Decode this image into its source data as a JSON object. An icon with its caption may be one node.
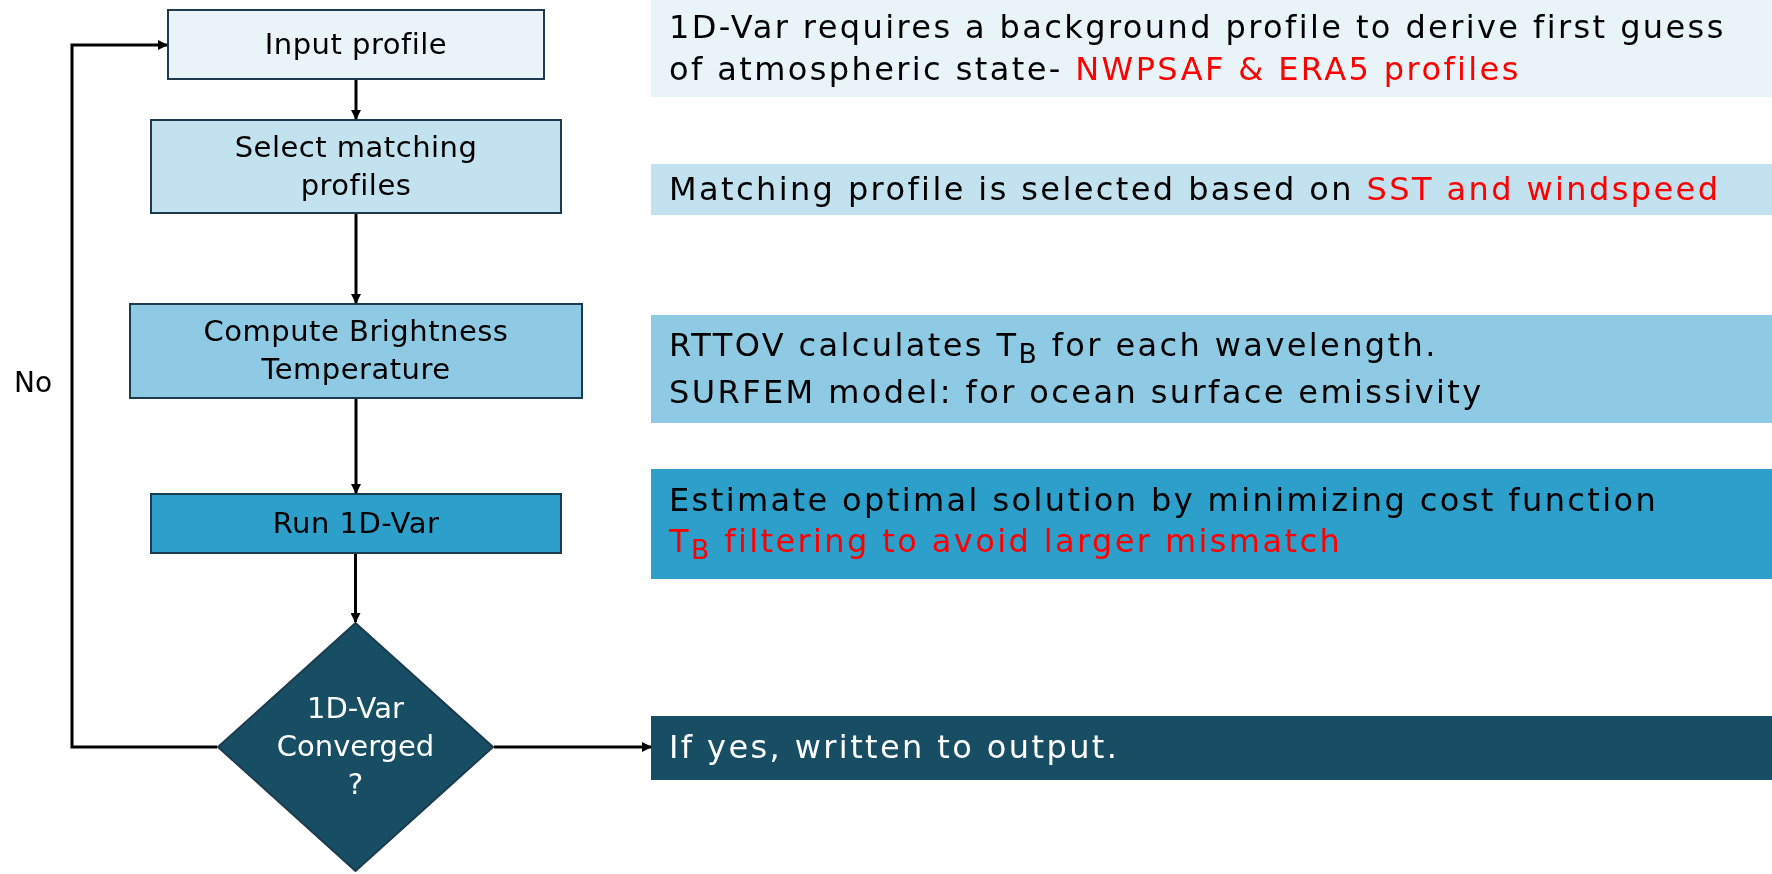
{
  "diagram": {
    "nodes": [
      {
        "text": [
          "Input profile"
        ]
      },
      {
        "text": [
          "Select matching profiles"
        ]
      },
      {
        "text": [
          "Compute Brightness Temperature"
        ]
      },
      {
        "text": [
          "Run 1D-Var"
        ]
      },
      {
        "text": [
          "1D-Var Converged ?"
        ]
      },
      {
        "text": [
          "1D-Var requires a background profile to derive first guess of atmospheric state-",
          "NWPSAF & ERA5 profiles"
        ]
      },
      {
        "text": [
          "Matching profile is selected based on",
          "SST and windspeed"
        ]
      },
      {
        "text": [
          "RTTOV calculates T$_{B}$ for each wavelength.",
          "SURFEM model: for ocean surface emissivity"
        ]
      },
      {
        "text": [
          "Estimate optimal solution by minimizing cost function",
          "T$_{B}$ filtering to avoid larger mismatch"
        ]
      },
      {
        "text": [
          "If yes, written to output."
        ]
      }
    ],
    "edges": [
      {
        "from": 0,
        "to": 1,
        "arrow": "to"
      },
      {
        "from": 1,
        "to": 2,
        "arrow": "to"
      },
      {
        "from": 2,
        "to": 3,
        "arrow": "to"
      },
      {
        "from": 3,
        "to": 4,
        "arrow": "to"
      },
      {
        "from": 4,
        "to": 0,
        "arrow": "to",
        "label": "No"
      },
      {
        "from": 4,
        "to": 9,
        "arrow": "to"
      }
    ]
  }
}
